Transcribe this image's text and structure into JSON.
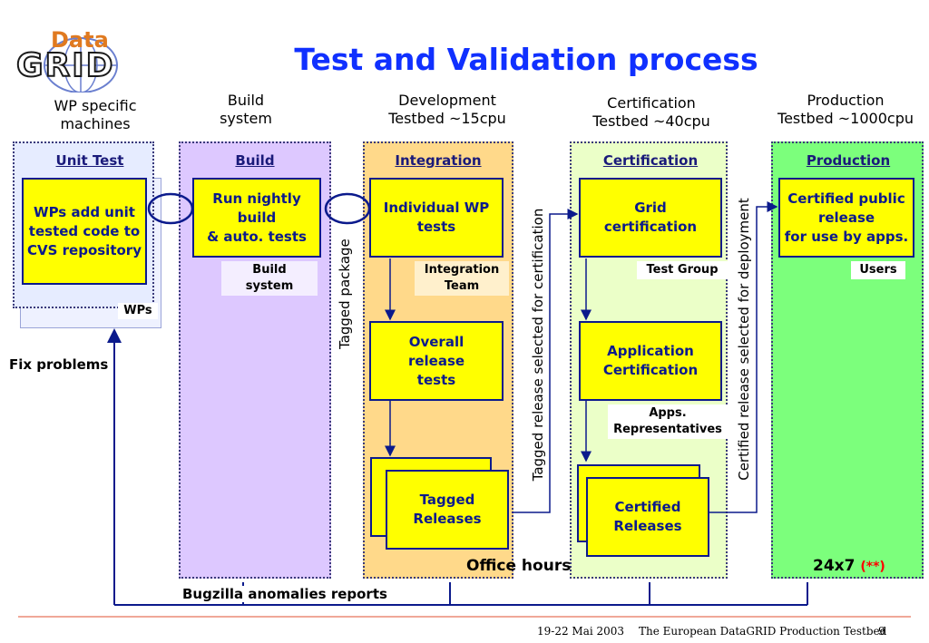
{
  "logo": {
    "top": "Data",
    "bottom": "GRID"
  },
  "title": "Test and Validation process",
  "headers": {
    "wp": [
      "WP specific",
      "machines"
    ],
    "build": [
      "Build",
      "system"
    ],
    "dev": [
      "Development",
      "Testbed ~15cpu"
    ],
    "cert": [
      "Certification",
      "Testbed ~40cpu"
    ],
    "prod": [
      "Production",
      "Testbed ~1000cpu"
    ]
  },
  "columns": {
    "unit": "Unit Test",
    "build": "Build",
    "integration": "Integration",
    "certification": "Certification",
    "production": "Production"
  },
  "boxes": {
    "wp_add": [
      "WPs add unit",
      "tested code to",
      "CVS repository"
    ],
    "run_nightly": [
      "Run nightly",
      "build",
      "& auto. tests"
    ],
    "individual": [
      "Individual WP",
      "tests"
    ],
    "overall": [
      "Overall",
      "release",
      "tests"
    ],
    "tagged": [
      "Tagged",
      "Releases"
    ],
    "grid_cert": [
      "Grid",
      "certification"
    ],
    "app_cert": [
      "Application",
      "Certification"
    ],
    "certified": [
      "Certified",
      "Releases"
    ],
    "certified_public": [
      "Certified public",
      "release",
      "for use by apps."
    ]
  },
  "tags": {
    "wps": "WPs",
    "build_system": [
      "Build",
      "system"
    ],
    "integration_team": [
      "Integration",
      "Team"
    ],
    "test_group": "Test Group",
    "apps_reps": [
      "Apps.",
      "Representatives"
    ],
    "users": "Users"
  },
  "labels": {
    "fix_problems": "Fix problems",
    "tagged_package": "Tagged package",
    "tagged_selected": "Tagged release selected for certification",
    "certified_selected": "Certified release selected for deployment",
    "office_hours": "Office hours",
    "twentyfour": "24x7",
    "twentyfour_note": "(**)",
    "bugzilla": "Bugzilla anomalies reports"
  },
  "footer": {
    "date": "19-22 Mai 2003",
    "event": "The European DataGRID Production Testbed",
    "page": "9"
  },
  "colors": {
    "title": "#1030ff",
    "box_fill": "#ffff00",
    "box_border": "#0b1a8c",
    "unit_col": "#e6ecff",
    "build_col": "#ddc8ff",
    "integration_col": "#ffd98a",
    "cert_col": "#ebffc8",
    "prod_col": "#7cff7c",
    "arrow": "#0b1a8c",
    "footer_rule": "#e05030",
    "note_red": "#ff0000"
  }
}
